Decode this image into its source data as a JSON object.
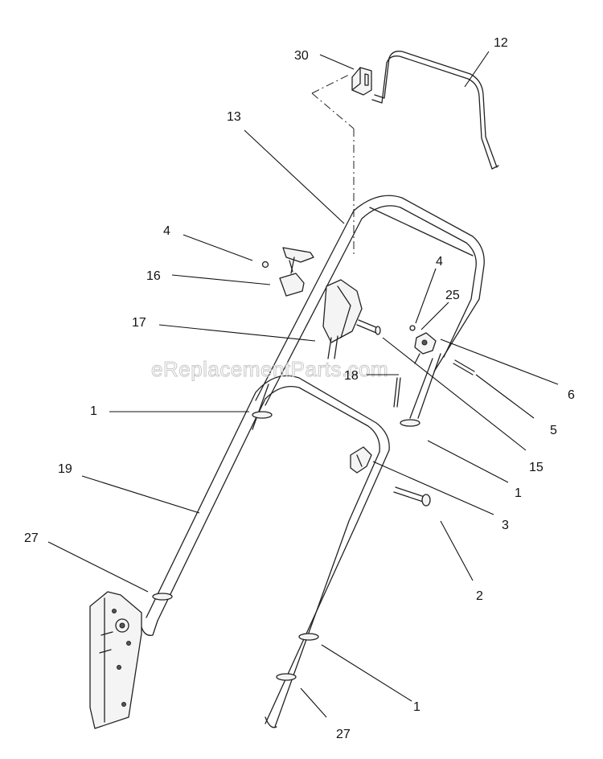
{
  "watermark": "eReplacementParts.com",
  "callouts": [
    {
      "id": "c30",
      "label": "30"
    },
    {
      "id": "c12",
      "label": "12"
    },
    {
      "id": "c13",
      "label": "13"
    },
    {
      "id": "c4a",
      "label": "4"
    },
    {
      "id": "c16",
      "label": "16"
    },
    {
      "id": "c17",
      "label": "17"
    },
    {
      "id": "c4b",
      "label": "4"
    },
    {
      "id": "c25",
      "label": "25"
    },
    {
      "id": "c6",
      "label": "6"
    },
    {
      "id": "c18",
      "label": "18"
    },
    {
      "id": "c5",
      "label": "5"
    },
    {
      "id": "c1a",
      "label": "1"
    },
    {
      "id": "c15",
      "label": "15"
    },
    {
      "id": "c1b",
      "label": "1"
    },
    {
      "id": "c19",
      "label": "19"
    },
    {
      "id": "c3",
      "label": "3"
    },
    {
      "id": "c27a",
      "label": "27"
    },
    {
      "id": "c2",
      "label": "2"
    },
    {
      "id": "c1c",
      "label": "1"
    },
    {
      "id": "c27b",
      "label": "27"
    }
  ]
}
